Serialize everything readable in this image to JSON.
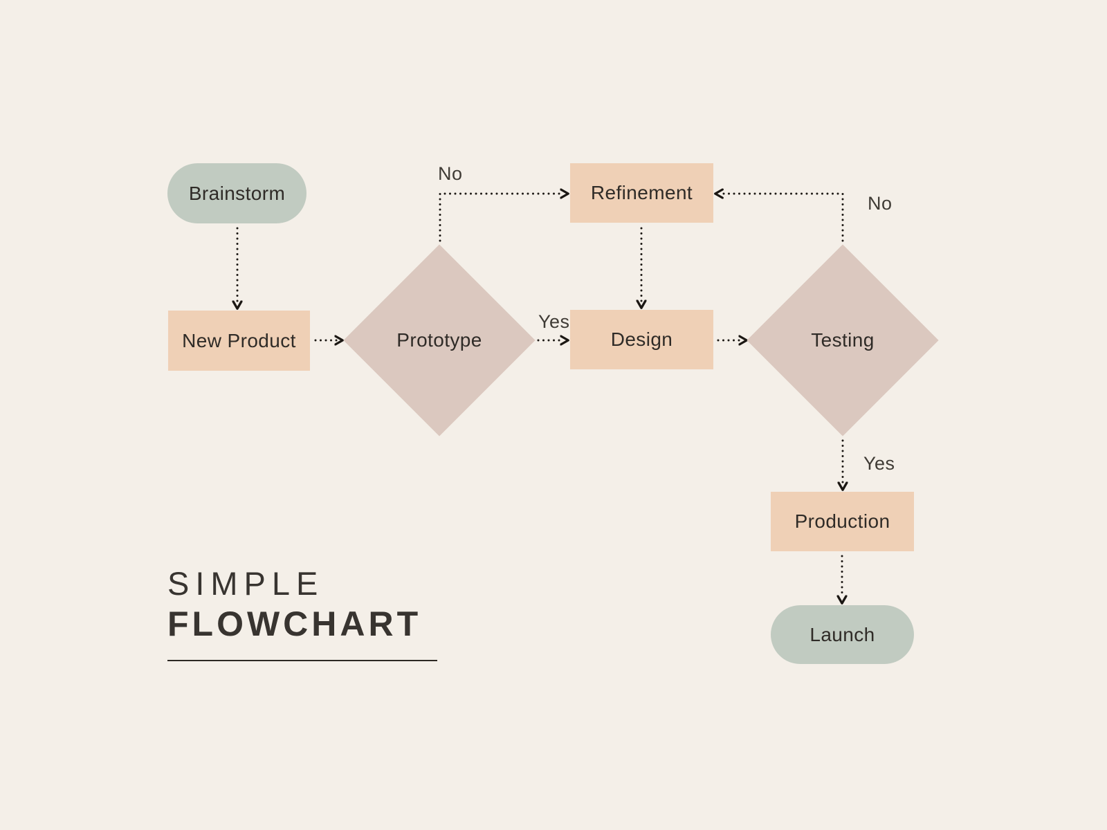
{
  "title": {
    "line1": "SIMPLE",
    "line2": "FLOWCHART"
  },
  "flowchart": {
    "nodes": [
      {
        "id": "brainstorm",
        "shape": "pill",
        "type": "start",
        "label": "Brainstorm"
      },
      {
        "id": "new-product",
        "shape": "rectangle",
        "type": "process",
        "label": "New Product"
      },
      {
        "id": "prototype",
        "shape": "diamond",
        "type": "decision",
        "label": "Prototype"
      },
      {
        "id": "refinement",
        "shape": "rectangle",
        "type": "process",
        "label": "Refinement"
      },
      {
        "id": "design",
        "shape": "rectangle",
        "type": "process",
        "label": "Design"
      },
      {
        "id": "testing",
        "shape": "diamond",
        "type": "decision",
        "label": "Testing"
      },
      {
        "id": "production",
        "shape": "rectangle",
        "type": "process",
        "label": "Production"
      },
      {
        "id": "launch",
        "shape": "pill",
        "type": "end",
        "label": "Launch"
      }
    ],
    "edges": [
      {
        "from": "brainstorm",
        "to": "new-product",
        "label": ""
      },
      {
        "from": "new-product",
        "to": "prototype",
        "label": ""
      },
      {
        "from": "prototype",
        "to": "refinement",
        "label": "No"
      },
      {
        "from": "prototype",
        "to": "design",
        "label": "Yes"
      },
      {
        "from": "refinement",
        "to": "design",
        "label": ""
      },
      {
        "from": "design",
        "to": "testing",
        "label": ""
      },
      {
        "from": "testing",
        "to": "refinement",
        "label": "No"
      },
      {
        "from": "testing",
        "to": "production",
        "label": "Yes"
      },
      {
        "from": "production",
        "to": "launch",
        "label": ""
      }
    ],
    "branch_labels": {
      "prototype_no": "No",
      "prototype_yes": "Yes",
      "testing_no": "No",
      "testing_yes": "Yes"
    }
  },
  "colors": {
    "background": "#f4efe8",
    "pill": "#c1cbc1",
    "rectangle": "#efd0b6",
    "diamond": "#dbc8bf",
    "arrow": "#1b1713",
    "node-text": "#2f2b27",
    "label-text": "#3f3b35",
    "title-text": "#383430",
    "underline": "#2c2823"
  }
}
